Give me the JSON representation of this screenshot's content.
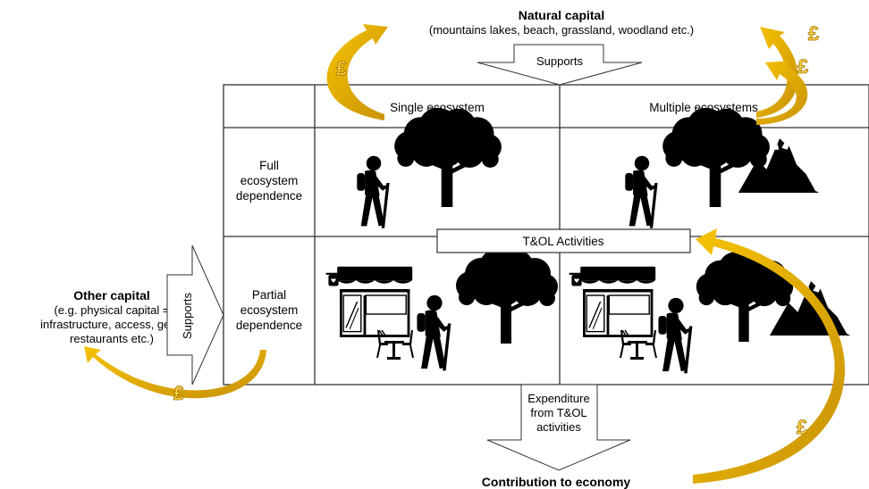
{
  "natural_capital": {
    "title": "Natural capital",
    "subtitle": "(mountains lakes, beach, grassland, woodland etc.)",
    "supports_label": "Supports"
  },
  "other_capital": {
    "title": "Other capital",
    "lines": [
      "(e.g. physical capital =",
      "infrastructure,  access, gear,",
      "restaurants etc.)"
    ],
    "supports_label": "Supports"
  },
  "matrix": {
    "col_headers": [
      "Single ecosystem",
      "Multiple ecosystems"
    ],
    "row_headers": [
      [
        "Full",
        "ecosystem",
        "dependence"
      ],
      [
        "Partial",
        "ecosystem",
        "dependence"
      ]
    ]
  },
  "activities_label": "T&OL Activities",
  "expenditure": {
    "lines": [
      "Expenditure",
      "from T&OL",
      "activities"
    ],
    "contribution": "Contribution to economy"
  },
  "currency_symbol": "£",
  "colors": {
    "gold": "#f0b800",
    "gold_dark": "#b88400",
    "silhouette": "#000000",
    "line": "#333333"
  },
  "icons": [
    "hiker-icon",
    "tree-icon",
    "mountain-icon",
    "shop-icon",
    "cafe-table-icon"
  ]
}
